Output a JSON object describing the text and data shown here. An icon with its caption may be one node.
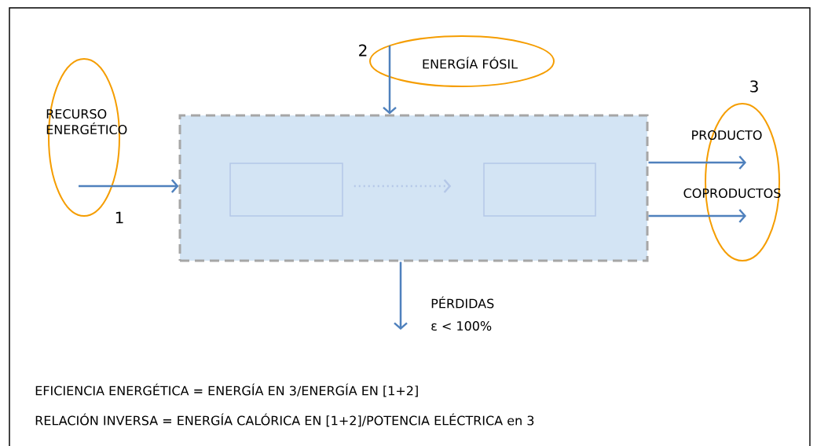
{
  "diagram": {
    "nodes": [
      {
        "text": [
          "RECURSO ENERGÉTICO"
        ],
        "beside": [
          "1"
        ]
      },
      {
        "text": [
          "ENERGÍA FÓSIL"
        ],
        "beside": [
          "2"
        ]
      },
      {
        "text": [
          "PRODUCTO",
          "COPRODUCTOS"
        ],
        "beside": [
          "3"
        ]
      },
      {
        "text": [],
        "shape": "box"
      },
      {
        "text": [],
        "shape": "box",
        "in": 3
      },
      {
        "text": [],
        "shape": "box",
        "in": 3
      }
    ],
    "edges": [
      {
        "from": 0,
        "to": 3,
        "arrow": "to"
      },
      {
        "from": 1,
        "to": 3,
        "arrow": "to"
      },
      {
        "from": 3,
        "to": 2,
        "arrow": "to"
      },
      {
        "from": 3,
        "to": 2,
        "arrow": "to"
      },
      {
        "from": 3,
        "to": null,
        "arrow": "to",
        "label": "PÉRDIDAS"
      },
      {
        "from": 4,
        "to": 5,
        "arrow": "to",
        "style": "dashed",
        "color": "#b4c7e7"
      }
    ],
    "labels": [
      "ε < 100%",
      "EFICIENCIA ENERGÉTICA = ENERGÍA EN 3/ENERGÍA EN [1+2]",
      "RELACIÓN INVERSA = ENERGÍA CALÓRICA EN [1+2]/POTENCIA ELÉCTRICA en 3"
    ]
  }
}
